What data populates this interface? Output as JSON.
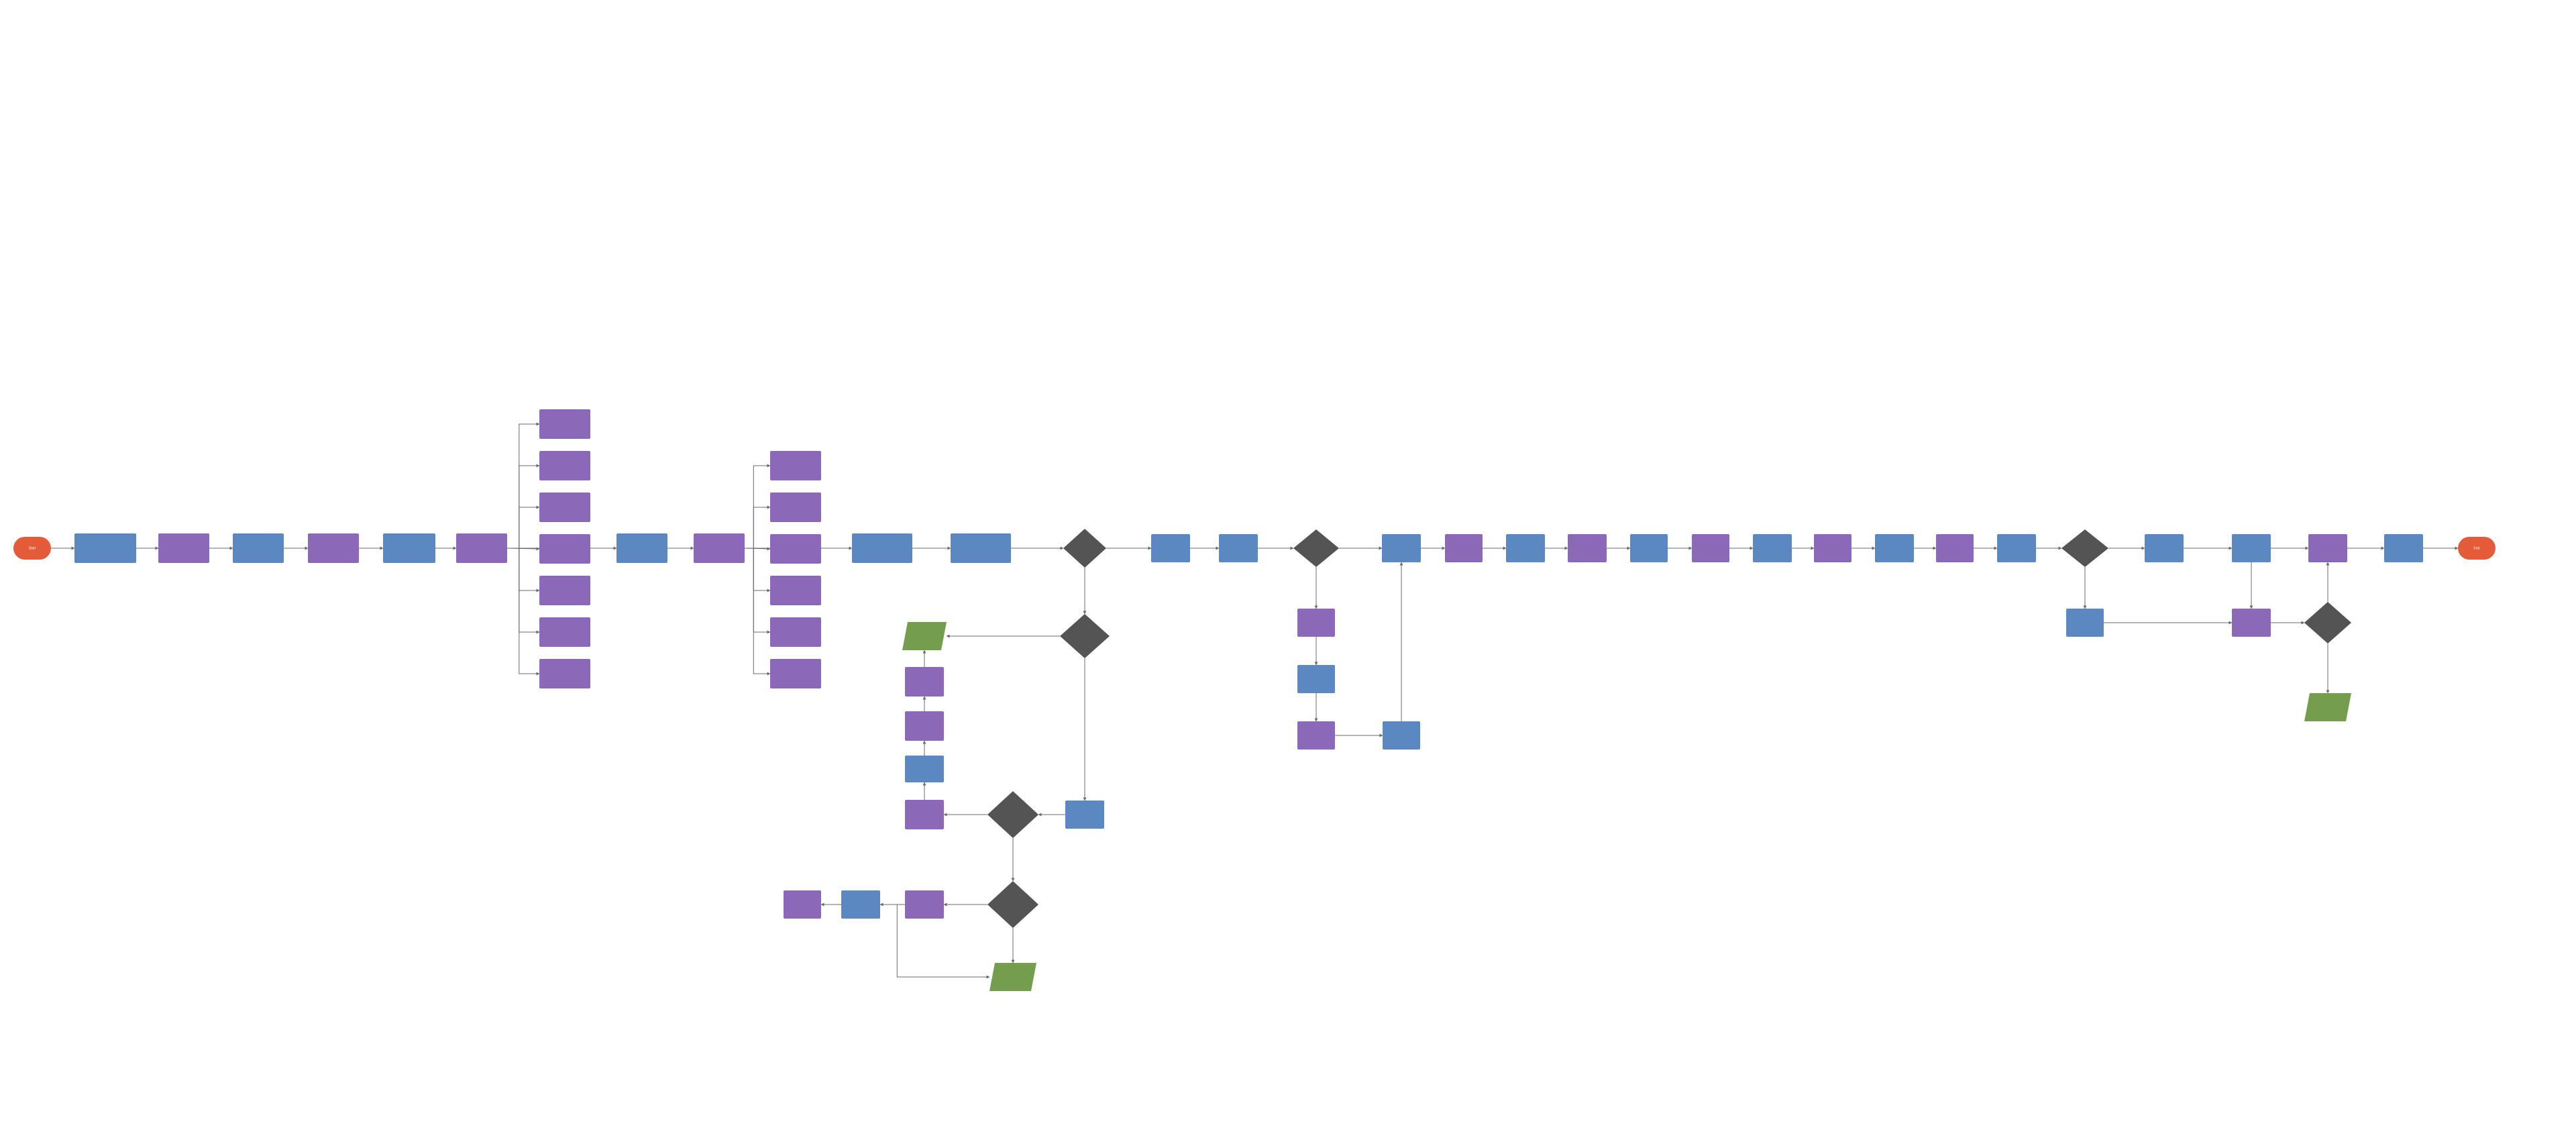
{
  "colors": {
    "background": "#ffffff",
    "process_blue": "#5b88c0",
    "process_purple": "#8c68b8",
    "terminal": "#e45b3a",
    "decision": "#545454",
    "io_green": "#749e4e",
    "edge": "#6b6b6b",
    "label": "#ffffff"
  },
  "diagram": {
    "type": "flowchart",
    "nodes": [
      {
        "id": "start",
        "shape": "terminal",
        "color": "terminal",
        "text": "Start"
      },
      {
        "id": "n1",
        "shape": "process",
        "color": "process_blue",
        "text": ""
      },
      {
        "id": "n2",
        "shape": "process",
        "color": "process_purple",
        "text": ""
      },
      {
        "id": "n3",
        "shape": "process",
        "color": "process_blue",
        "text": ""
      },
      {
        "id": "n4",
        "shape": "process",
        "color": "process_purple",
        "text": ""
      },
      {
        "id": "n5",
        "shape": "process",
        "color": "process_blue",
        "text": ""
      },
      {
        "id": "n6",
        "shape": "process",
        "color": "process_purple",
        "text": ""
      },
      {
        "id": "f1",
        "shape": "process",
        "color": "process_purple",
        "text": ""
      },
      {
        "id": "f2",
        "shape": "process",
        "color": "process_purple",
        "text": ""
      },
      {
        "id": "f3",
        "shape": "process",
        "color": "process_purple",
        "text": ""
      },
      {
        "id": "f4",
        "shape": "process",
        "color": "process_purple",
        "text": ""
      },
      {
        "id": "f5",
        "shape": "process",
        "color": "process_purple",
        "text": ""
      },
      {
        "id": "f6",
        "shape": "process",
        "color": "process_purple",
        "text": ""
      },
      {
        "id": "f7",
        "shape": "process",
        "color": "process_purple",
        "text": ""
      },
      {
        "id": "n7",
        "shape": "process",
        "color": "process_blue",
        "text": ""
      },
      {
        "id": "n8",
        "shape": "process",
        "color": "process_purple",
        "text": ""
      },
      {
        "id": "g1",
        "shape": "process",
        "color": "process_purple",
        "text": ""
      },
      {
        "id": "g2",
        "shape": "process",
        "color": "process_purple",
        "text": ""
      },
      {
        "id": "g3",
        "shape": "process",
        "color": "process_purple",
        "text": ""
      },
      {
        "id": "g4",
        "shape": "process",
        "color": "process_purple",
        "text": ""
      },
      {
        "id": "g5",
        "shape": "process",
        "color": "process_purple",
        "text": ""
      },
      {
        "id": "g6",
        "shape": "process",
        "color": "process_purple",
        "text": ""
      },
      {
        "id": "n9",
        "shape": "process",
        "color": "process_blue",
        "text": ""
      },
      {
        "id": "n10",
        "shape": "process",
        "color": "process_blue",
        "text": ""
      },
      {
        "id": "d1",
        "shape": "decision",
        "color": "decision",
        "text": ""
      },
      {
        "id": "d2",
        "shape": "decision",
        "color": "decision",
        "text": ""
      },
      {
        "id": "io1",
        "shape": "io",
        "color": "io_green",
        "text": ""
      },
      {
        "id": "h1",
        "shape": "process",
        "color": "process_purple",
        "text": ""
      },
      {
        "id": "h2",
        "shape": "process",
        "color": "process_purple",
        "text": ""
      },
      {
        "id": "h3",
        "shape": "process",
        "color": "process_blue",
        "text": ""
      },
      {
        "id": "h4",
        "shape": "process",
        "color": "process_purple",
        "text": ""
      },
      {
        "id": "d3",
        "shape": "decision",
        "color": "decision",
        "text": ""
      },
      {
        "id": "b1",
        "shape": "process",
        "color": "process_blue",
        "text": ""
      },
      {
        "id": "d4",
        "shape": "decision",
        "color": "decision",
        "text": ""
      },
      {
        "id": "k1",
        "shape": "process",
        "color": "process_purple",
        "text": ""
      },
      {
        "id": "k2",
        "shape": "process",
        "color": "process_blue",
        "text": ""
      },
      {
        "id": "k3",
        "shape": "process",
        "color": "process_purple",
        "text": ""
      },
      {
        "id": "io2",
        "shape": "io",
        "color": "io_green",
        "text": ""
      },
      {
        "id": "n11",
        "shape": "process",
        "color": "process_blue",
        "text": ""
      },
      {
        "id": "n12",
        "shape": "process",
        "color": "process_blue",
        "text": ""
      },
      {
        "id": "d5",
        "shape": "decision",
        "color": "decision",
        "text": ""
      },
      {
        "id": "m1",
        "shape": "process",
        "color": "process_purple",
        "text": ""
      },
      {
        "id": "m2",
        "shape": "process",
        "color": "process_blue",
        "text": ""
      },
      {
        "id": "m3",
        "shape": "process",
        "color": "process_purple",
        "text": ""
      },
      {
        "id": "m4",
        "shape": "process",
        "color": "process_blue",
        "text": ""
      },
      {
        "id": "n13",
        "shape": "process",
        "color": "process_blue",
        "text": ""
      },
      {
        "id": "n14",
        "shape": "process",
        "color": "process_purple",
        "text": ""
      },
      {
        "id": "n15",
        "shape": "process",
        "color": "process_blue",
        "text": ""
      },
      {
        "id": "n16",
        "shape": "process",
        "color": "process_purple",
        "text": ""
      },
      {
        "id": "n17",
        "shape": "process",
        "color": "process_blue",
        "text": ""
      },
      {
        "id": "n18",
        "shape": "process",
        "color": "process_purple",
        "text": ""
      },
      {
        "id": "n19",
        "shape": "process",
        "color": "process_blue",
        "text": ""
      },
      {
        "id": "n20",
        "shape": "process",
        "color": "process_purple",
        "text": ""
      },
      {
        "id": "n21",
        "shape": "process",
        "color": "process_blue",
        "text": ""
      },
      {
        "id": "n22",
        "shape": "process",
        "color": "process_purple",
        "text": ""
      },
      {
        "id": "n23",
        "shape": "process",
        "color": "process_blue",
        "text": ""
      },
      {
        "id": "d6",
        "shape": "decision",
        "color": "decision",
        "text": ""
      },
      {
        "id": "p1",
        "shape": "process",
        "color": "process_blue",
        "text": ""
      },
      {
        "id": "n24",
        "shape": "process",
        "color": "process_blue",
        "text": ""
      },
      {
        "id": "n25",
        "shape": "process",
        "color": "process_blue",
        "text": ""
      },
      {
        "id": "p2",
        "shape": "process",
        "color": "process_purple",
        "text": ""
      },
      {
        "id": "n26",
        "shape": "process",
        "color": "process_purple",
        "text": ""
      },
      {
        "id": "d7",
        "shape": "decision",
        "color": "decision",
        "text": ""
      },
      {
        "id": "io3",
        "shape": "io",
        "color": "io_green",
        "text": ""
      },
      {
        "id": "n27",
        "shape": "process",
        "color": "process_blue",
        "text": ""
      },
      {
        "id": "end",
        "shape": "terminal",
        "color": "terminal",
        "text": "End"
      }
    ],
    "edges": [
      {
        "from": "start",
        "to": "n1"
      },
      {
        "from": "n1",
        "to": "n2"
      },
      {
        "from": "n2",
        "to": "n3"
      },
      {
        "from": "n3",
        "to": "n4"
      },
      {
        "from": "n4",
        "to": "n5"
      },
      {
        "from": "n5",
        "to": "n6"
      },
      {
        "from": "n6",
        "to": "f1"
      },
      {
        "from": "n6",
        "to": "f2"
      },
      {
        "from": "n6",
        "to": "f3"
      },
      {
        "from": "n6",
        "to": "f4"
      },
      {
        "from": "n6",
        "to": "f5"
      },
      {
        "from": "n6",
        "to": "f6"
      },
      {
        "from": "n6",
        "to": "f7"
      },
      {
        "from": "n6",
        "to": "n7"
      },
      {
        "from": "n7",
        "to": "n8"
      },
      {
        "from": "n8",
        "to": "g1"
      },
      {
        "from": "n8",
        "to": "g2"
      },
      {
        "from": "n8",
        "to": "g3"
      },
      {
        "from": "n8",
        "to": "g4"
      },
      {
        "from": "n8",
        "to": "g5"
      },
      {
        "from": "n8",
        "to": "g6"
      },
      {
        "from": "n8",
        "to": "n9"
      },
      {
        "from": "n9",
        "to": "n10"
      },
      {
        "from": "n10",
        "to": "d1"
      },
      {
        "from": "d1",
        "to": "d2"
      },
      {
        "from": "d1",
        "to": "n11"
      },
      {
        "from": "d2",
        "to": "io1"
      },
      {
        "from": "h1",
        "to": "io1"
      },
      {
        "from": "h2",
        "to": "h1"
      },
      {
        "from": "h3",
        "to": "h2"
      },
      {
        "from": "h4",
        "to": "h3"
      },
      {
        "from": "d2",
        "to": "b1"
      },
      {
        "from": "b1",
        "to": "d3"
      },
      {
        "from": "d3",
        "to": "h4"
      },
      {
        "from": "d3",
        "to": "d4"
      },
      {
        "from": "d4",
        "to": "k1"
      },
      {
        "from": "k1",
        "to": "k2"
      },
      {
        "from": "k2",
        "to": "k3"
      },
      {
        "from": "k3",
        "to": "io2"
      },
      {
        "from": "d4",
        "to": "io2"
      },
      {
        "from": "n11",
        "to": "n12"
      },
      {
        "from": "n12",
        "to": "d5"
      },
      {
        "from": "d5",
        "to": "m1"
      },
      {
        "from": "m1",
        "to": "m2"
      },
      {
        "from": "m2",
        "to": "m3"
      },
      {
        "from": "m3",
        "to": "m4"
      },
      {
        "from": "m4",
        "to": "n13"
      },
      {
        "from": "d5",
        "to": "n13"
      },
      {
        "from": "n13",
        "to": "n14"
      },
      {
        "from": "n14",
        "to": "n15"
      },
      {
        "from": "n15",
        "to": "n16"
      },
      {
        "from": "n16",
        "to": "n17"
      },
      {
        "from": "n17",
        "to": "n18"
      },
      {
        "from": "n18",
        "to": "n19"
      },
      {
        "from": "n19",
        "to": "n20"
      },
      {
        "from": "n20",
        "to": "n21"
      },
      {
        "from": "n21",
        "to": "n22"
      },
      {
        "from": "n22",
        "to": "n23"
      },
      {
        "from": "n23",
        "to": "d6"
      },
      {
        "from": "d6",
        "to": "p1"
      },
      {
        "from": "d6",
        "to": "n24"
      },
      {
        "from": "p1",
        "to": "p2"
      },
      {
        "from": "n24",
        "to": "n25"
      },
      {
        "from": "n25",
        "to": "p2"
      },
      {
        "from": "n25",
        "to": "n26"
      },
      {
        "from": "p2",
        "to": "d7"
      },
      {
        "from": "d7",
        "to": "n26"
      },
      {
        "from": "d7",
        "to": "io3"
      },
      {
        "from": "n26",
        "to": "n27"
      },
      {
        "from": "n27",
        "to": "end"
      }
    ]
  }
}
